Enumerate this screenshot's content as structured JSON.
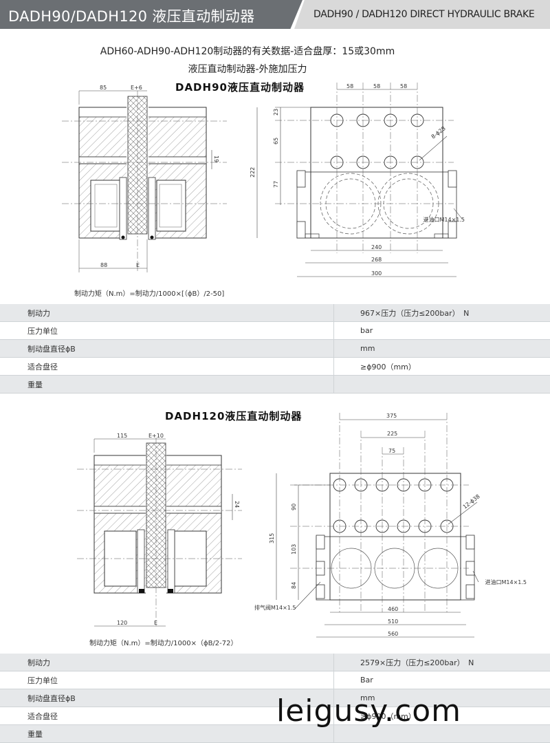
{
  "header": {
    "title_cn": "DADH90/DADH120 液压直动制动器",
    "title_en": "DADH90 / DADH120 DIRECT HYDRAULIC BRAKE"
  },
  "intro": {
    "line1": "ADH60-ADH90-ADH120制动器的有关数据-适合盘厚：15或30mm",
    "line2": "液压直动制动器-外施加压力"
  },
  "section1": {
    "title": "DADH90液压直动制动器",
    "formula": "制动力矩（N.m）=制动力/1000×[（ϕB）/2-50]",
    "dims": {
      "d85": "85",
      "de6": "E+6",
      "d19": "19",
      "d88": "88",
      "de": "E",
      "d58a": "58",
      "d58b": "58",
      "d58c": "58",
      "d23": "23",
      "d65": "65",
      "d77": "77",
      "d222": "222",
      "hole": "8-ϕ28",
      "port": "进油口M14×1.5",
      "d240": "240",
      "d268": "268",
      "d300": "300"
    },
    "rows": [
      {
        "label": "制动力",
        "value": "967×压力（压力≤200bar）　N"
      },
      {
        "label": "压力单位",
        "value": "bar"
      },
      {
        "label": "制动盘直径ϕB",
        "value": "mm"
      },
      {
        "label": "适合盘径",
        "value": "≥ϕ900（mm）"
      },
      {
        "label": "重量",
        "value": ""
      }
    ]
  },
  "section2": {
    "title": "DADH120液压直动制动器",
    "formula": "制动力矩（N.m）=制动力/1000×（ϕB/2-72）",
    "dims": {
      "d115": "115",
      "de10": "E+10",
      "d24": "24",
      "d120": "120",
      "de": "E",
      "d375": "375",
      "d225": "225",
      "d75": "75",
      "d90": "90",
      "d103": "103",
      "d84": "84",
      "d315": "315",
      "hole": "12-ϕ38",
      "port": "进油口M14×1.5",
      "vent": "排气阀M14×1.5",
      "d460": "460",
      "d510": "510",
      "d560": "560"
    },
    "rows": [
      {
        "label": "制动力",
        "value": "2579×压力（压力≤200bar）　N"
      },
      {
        "label": "压力单位",
        "value": "Bar"
      },
      {
        "label": "制动盘直径ϕB",
        "value": "mm"
      },
      {
        "label": "适合盘径",
        "value": "≥ϕ900（mm）"
      },
      {
        "label": "重量",
        "value": ""
      }
    ]
  },
  "watermark": "leigusy.com"
}
